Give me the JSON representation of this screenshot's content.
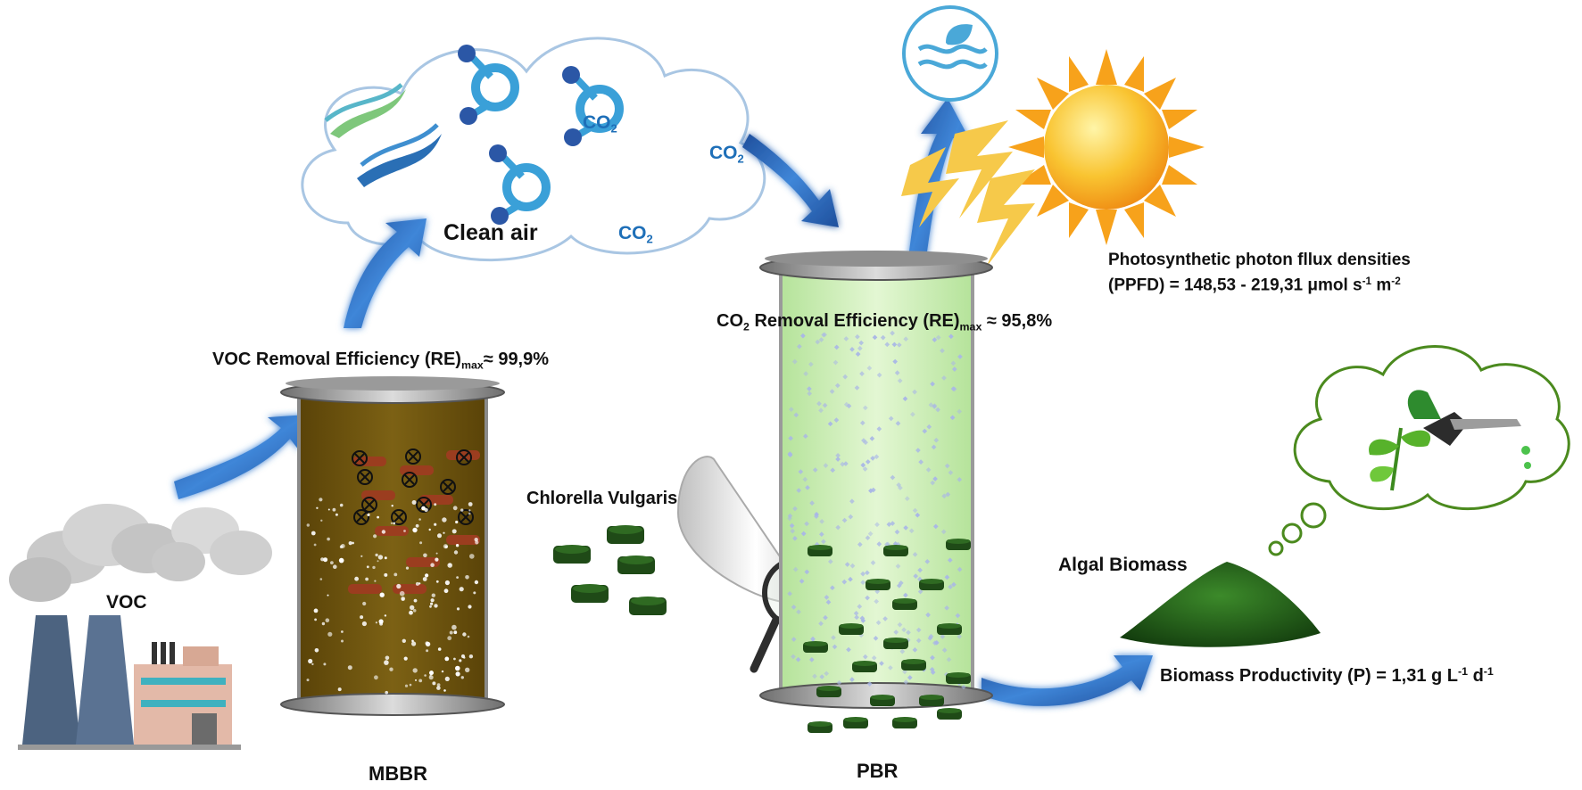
{
  "labels": {
    "voc": "VOC",
    "clean_air": "Clean air",
    "co2_badge": "CO",
    "co2_badge_sub": "2",
    "voc_re_prefix": "VOC Removal Efficiency (RE)",
    "voc_re_sub": "max",
    "voc_re_value": "≈ 99,9%",
    "co2_re_prefix": "CO",
    "co2_re_prefix_sub": "2",
    "co2_re_mid": " Removal Efficiency (RE)",
    "co2_re_sub": "max",
    "co2_re_value": " ≈ 95,8%",
    "ppfd_line1": "Photosynthetic photon fllux densities",
    "ppfd_line2_a": "(PPFD) = 148,53 - 219,31 μmol s",
    "ppfd_line2_sup1": "-1",
    "ppfd_line2_b": " m",
    "ppfd_line2_sup2": "-2",
    "chlorella": "Chlorella Vulgaris",
    "algal_biomass": "Algal Biomass",
    "bp_a": "Biomass Productivity (P) = 1,31 g L",
    "bp_sup1": "-1",
    "bp_b": " d",
    "bp_sup2": "-1",
    "mbbr": "MBBR",
    "pbr": "PBR"
  },
  "colors": {
    "arrow_blue": "#2f6fc7",
    "mbbr_liquid": "#6e5410",
    "pbr_liquid": "#c9ecb2",
    "algae_green": "#1f4a17",
    "sun_orange": "#f7a21b",
    "bolt_yellow": "#f6c94a",
    "cloud_outline": "#a9c6e3",
    "co2_blue": "#1e6fb8",
    "thought_green": "#4b8a1e"
  },
  "icons": [
    "factory-icon",
    "smoke-cloud-icon",
    "co2-molecule-icon",
    "wind-icon",
    "sun-icon",
    "lightning-icon",
    "eco-water-icon",
    "magnifier-icon",
    "funnel-icon",
    "fuel-nozzle-icon",
    "plant-icon",
    "biomass-pile-icon"
  ]
}
